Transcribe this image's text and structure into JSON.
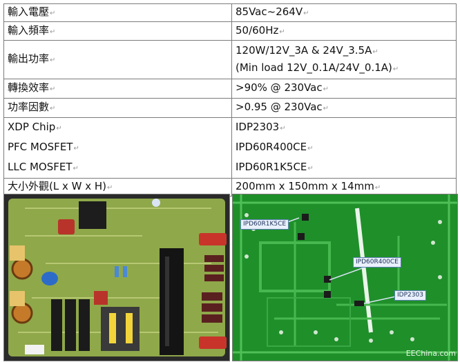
{
  "rows": [
    {
      "label": "輸入電壓",
      "values": [
        "85Vac~264V"
      ]
    },
    {
      "label": "輸入頻率",
      "values": [
        "50/60Hz"
      ]
    },
    {
      "label": "輸出功率",
      "values": [
        "120W/12V_3A & 24V_3.5A",
        "(Min load 12V_0.1A/24V_0.1A)"
      ]
    },
    {
      "label": "轉換效率",
      "values": [
        ">90% @ 230Vac"
      ]
    },
    {
      "label": "功率因數",
      "values": [
        ">0.95 @ 230Vac"
      ]
    },
    {
      "labels": [
        "XDP Chip",
        "PFC MOSFET",
        "LLC MOSFET"
      ],
      "values": [
        "IDP2303",
        "IPD60R400CE",
        "IPD60R1K5CE"
      ]
    },
    {
      "label": "大小外觀(L x W x H)",
      "values": [
        "200mm x 150mm x 14mm"
      ]
    }
  ],
  "para_mark": "↵",
  "callouts": {
    "llc": "IPD60R1K5CE",
    "pfc": "IPD60R400CE",
    "xdp": "IDP2303"
  },
  "watermark": "EEChina.com",
  "colors": {
    "pcb_left": "#8fa84a",
    "pcb_right": "#1f8f2a",
    "border": "#7a7a7a",
    "callout_bg": "#e9f0fb"
  }
}
